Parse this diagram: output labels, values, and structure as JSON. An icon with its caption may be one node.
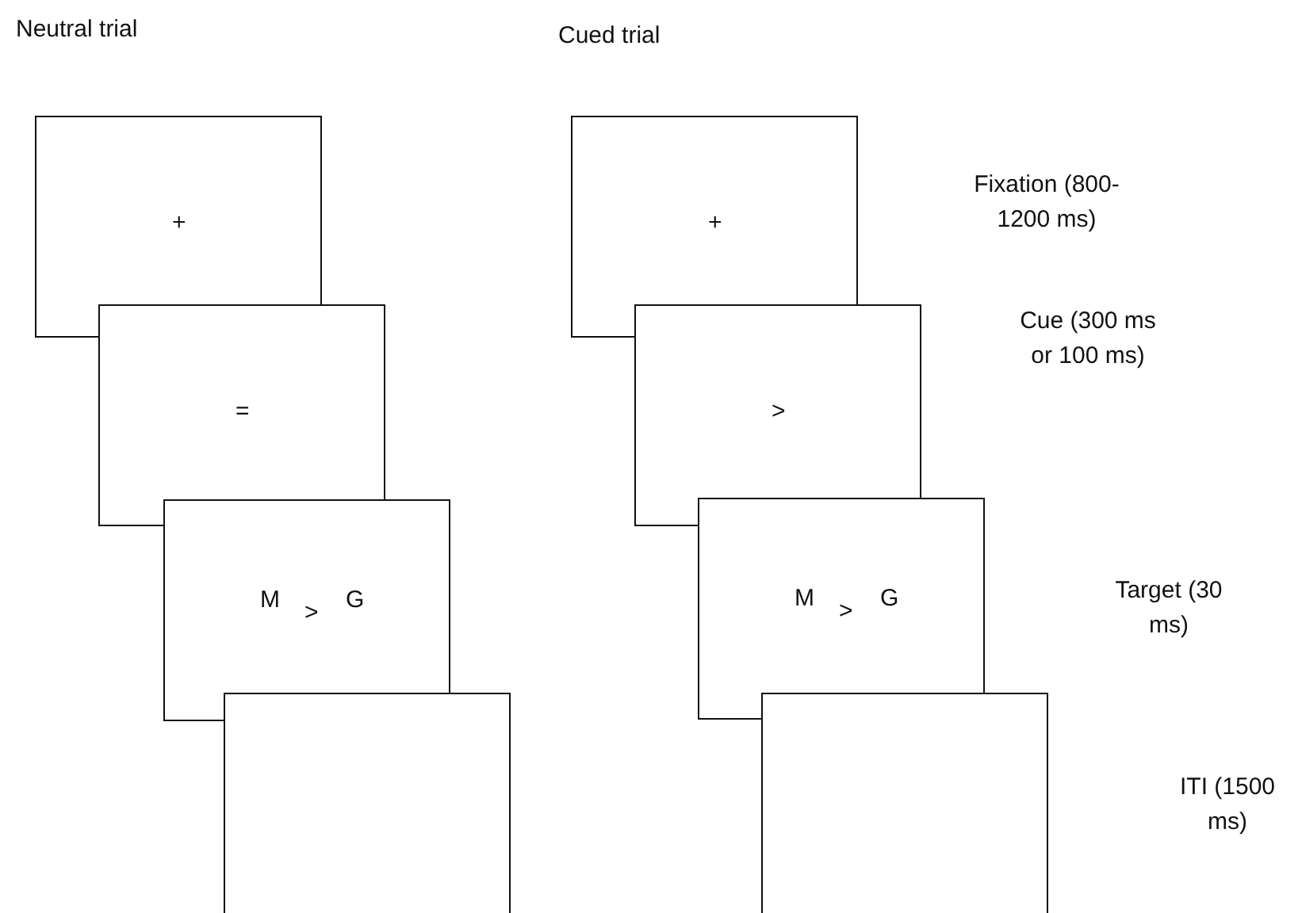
{
  "diagram": {
    "nodes": [
      {
        "text": [
          "+"
        ]
      },
      {
        "text": [
          "="
        ]
      },
      {
        "text": [
          "M",
          ">",
          "G"
        ]
      },
      {
        "text": [],
        "shape": "box"
      },
      {
        "text": [
          "+"
        ]
      },
      {
        "text": [
          ">"
        ]
      },
      {
        "text": [
          "M",
          ">",
          "G"
        ]
      },
      {
        "text": [],
        "shape": "box"
      }
    ],
    "edges": [],
    "labels": [
      "Neutral trial",
      "Cued trial",
      "Fixation (800-1200 ms)",
      "Cue (300 ms or 100 ms)",
      "Target (30 ms)",
      "ITI (1500 ms)"
    ]
  }
}
